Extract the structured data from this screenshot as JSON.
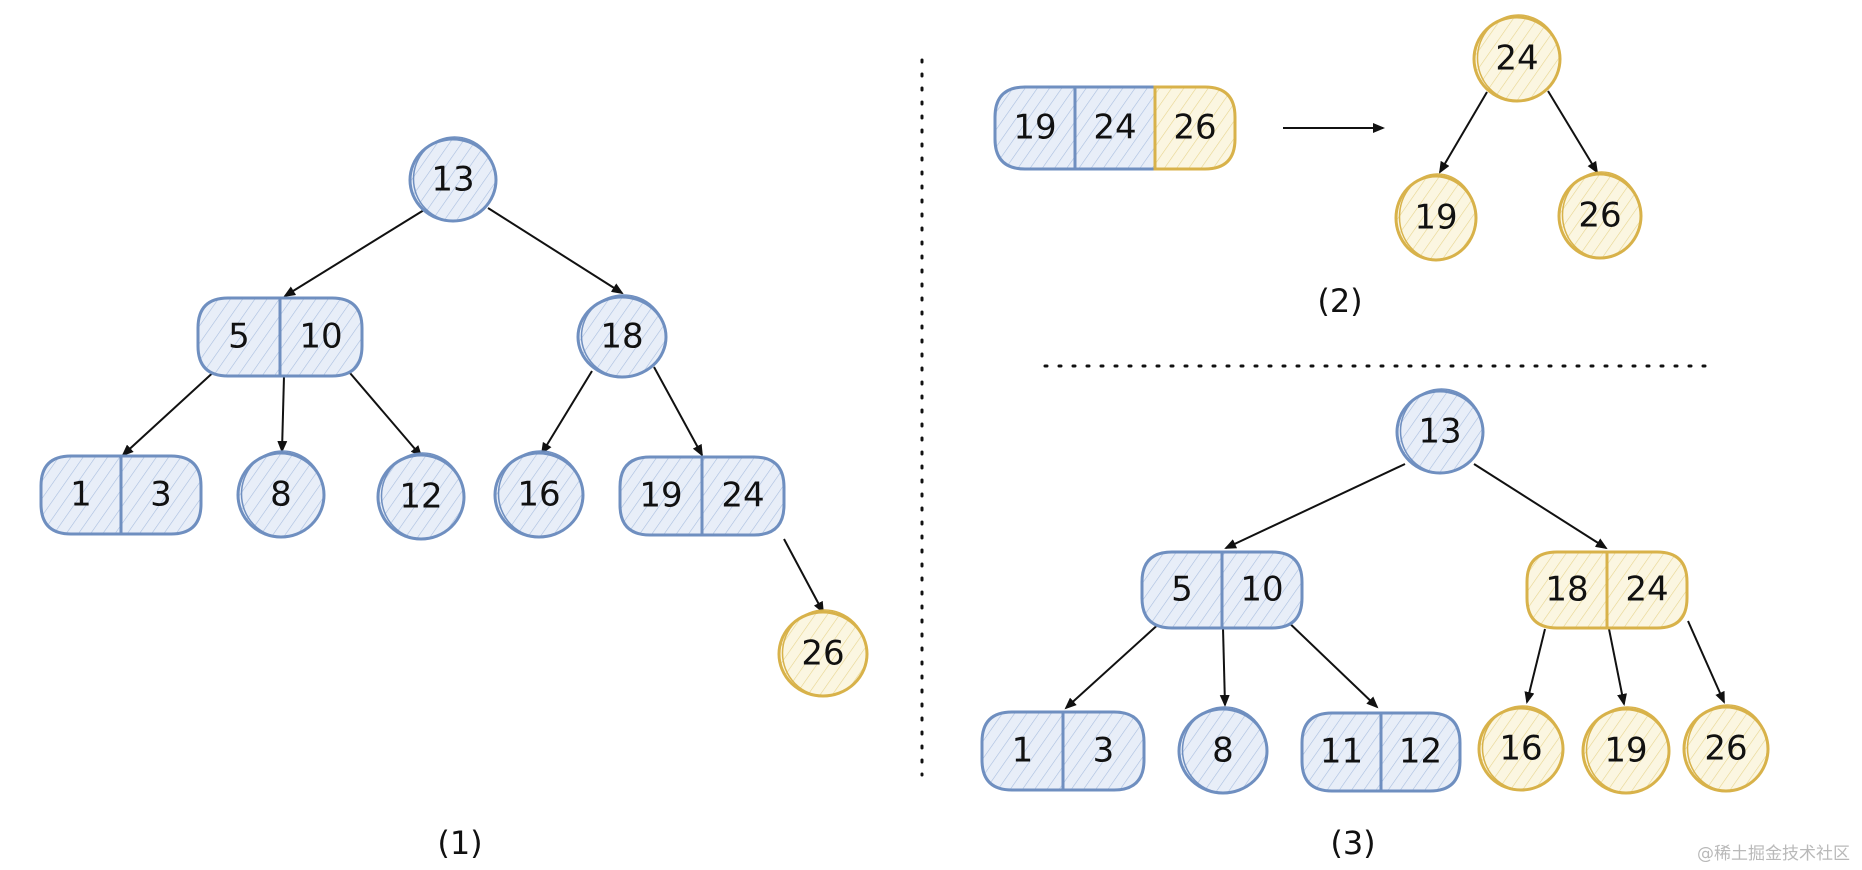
{
  "colors": {
    "blue_stroke": "#6f8fc0",
    "blue_fill": "#e8eef8",
    "yellow_stroke": "#d8b24a",
    "yellow_fill": "#fbf6e1",
    "arrow": "#111111",
    "text": "#111111"
  },
  "captions": {
    "panel1": "(1)",
    "panel2": "(2)",
    "panel3": "(3)"
  },
  "watermark": "@稀土掘金技术社区",
  "panel1": {
    "root": [
      "13"
    ],
    "left": [
      "5",
      "10"
    ],
    "right": [
      "18"
    ],
    "leaf_1_3": [
      "1",
      "3"
    ],
    "leaf_8": [
      "8"
    ],
    "leaf_12": [
      "12"
    ],
    "leaf_16": [
      "16"
    ],
    "leaf_19_24": [
      "19",
      "24"
    ],
    "overflow_26": [
      "26"
    ]
  },
  "panel2": {
    "overflow_node": [
      "19",
      "24",
      "26"
    ],
    "split_root": [
      "24"
    ],
    "split_left": [
      "19"
    ],
    "split_right": [
      "26"
    ]
  },
  "panel3": {
    "root": [
      "13"
    ],
    "left": [
      "5",
      "10"
    ],
    "right": [
      "18",
      "24"
    ],
    "leaf_1_3": [
      "1",
      "3"
    ],
    "leaf_8": [
      "8"
    ],
    "leaf_11_12": [
      "11",
      "12"
    ],
    "leaf_16": [
      "16"
    ],
    "leaf_19": [
      "19"
    ],
    "leaf_26": [
      "26"
    ]
  }
}
